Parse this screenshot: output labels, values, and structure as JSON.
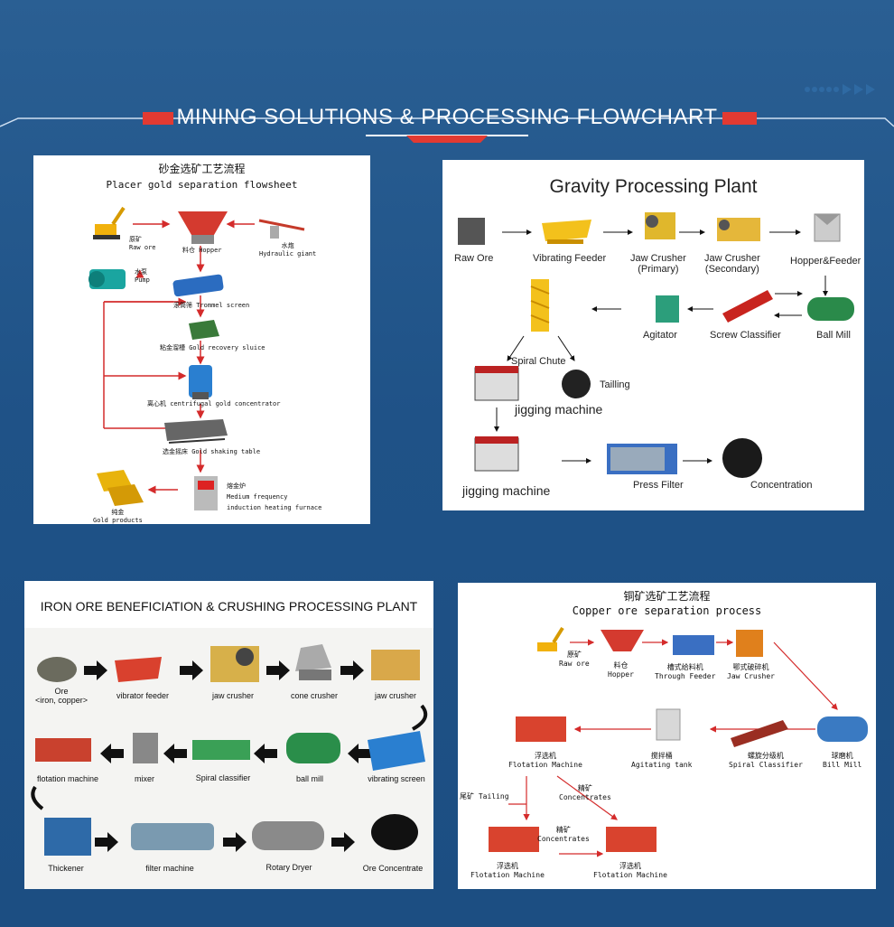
{
  "header": {
    "title": "MINING SOLUTIONS & PROCESSING FLOWCHART"
  },
  "colors": {
    "background": "#245a8e",
    "accent": "#e23a32",
    "arrow_red": "#d42b2b"
  },
  "placer": {
    "title_cn": "砂金选矿工艺流程",
    "title_en": "Placer gold separation flowsheet",
    "raw_ore": "原矿\nRaw ore",
    "hopper": "料仓 Hopper",
    "hydraulic": "水炮\nHydraulic giant",
    "pump": "水泵\nPump",
    "trommel": "滚筒筛 Trommel screen",
    "sluice": "粘金溜槽 Gold recovery sluice",
    "centrifugal": "离心机 centrifugal gold concentrator",
    "shaking": "选金摇床 Gold shaking table",
    "furnace": "熔金炉\nMedium frequency\ninduction heating furnace",
    "gold": "纯金\nGold products"
  },
  "gravity": {
    "title": "Gravity Processing Plant",
    "raw_ore": "Raw Ore",
    "vib_feeder": "Vibrating Feeder",
    "jaw1": "Jaw Crusher\n(Primary)",
    "jaw2": "Jaw Crusher\n(Secondary)",
    "hopper_feeder": "Hopper&Feeder",
    "ball_mill": "Ball Mill",
    "screw": "Screw Classifier",
    "agitator": "Agitator",
    "spiral": "Spiral Chute",
    "tailing": "Tailling",
    "jig1": "jigging machine",
    "jig2": "jigging machine",
    "press": "Press Filter",
    "conc": "Concentration"
  },
  "iron": {
    "title": "IRON ORE BENEFICIATION & CRUSHING PROCESSING PLANT",
    "ore": "Ore\n<iron, copper>",
    "vib_feeder": "vibrator feeder",
    "jaw": "jaw crusher",
    "cone": "cone crusher",
    "jaw2": "jaw crusher",
    "vib_screen": "vibrating screen",
    "ball": "ball mill",
    "spiral": "Spiral classifier",
    "mixer": "mixer",
    "flotation": "flotation machine",
    "thickener": "Thickener",
    "filter": "filter machine",
    "dryer": "Rotary Dryer",
    "conc": "Ore Concentrate"
  },
  "copper": {
    "title_cn": "铜矿选矿工艺流程",
    "title_en": "Copper ore separation process",
    "raw": "原矿\nRaw ore",
    "hopper": "料仓\nHopper",
    "feeder": "槽式给料机\nThrough Feeder",
    "jaw": "鄂式破碎机\nJaw Crusher",
    "mill": "球磨机\nBill Mill",
    "spiral": "螺旋分级机\nSpiral Classifier",
    "agitating": "搅拌桶\nAgitating tank",
    "flot1": "浮选机\nFlotation Machine",
    "tailing": "尾矿 Tailing",
    "conc1": "精矿\nConcentrates",
    "conc2": "精矿\nConcentrates",
    "flot2": "浮选机\nFlotation Machine",
    "flot3": "浮选机\nFlotation Machine"
  }
}
